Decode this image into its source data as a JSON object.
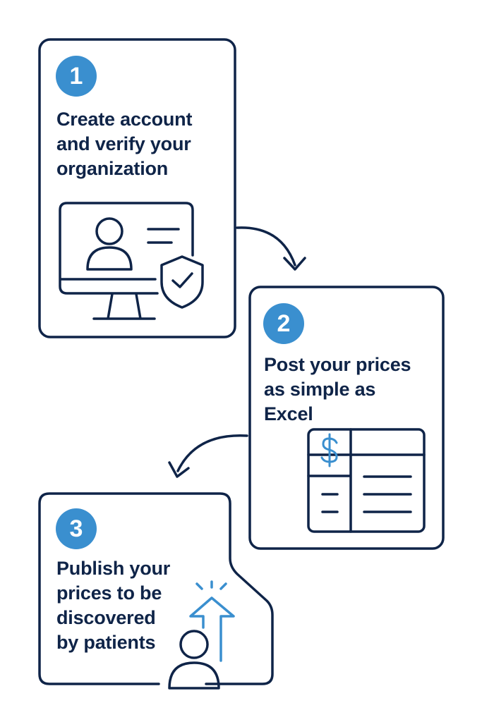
{
  "colors": {
    "navy": "#0f2448",
    "accent": "#3a8fcf"
  },
  "steps": [
    {
      "number": "1",
      "lines": [
        "Create account",
        "and verify your",
        "organization"
      ],
      "icon": "monitor-user-shield-icon"
    },
    {
      "number": "2",
      "lines": [
        "Post your prices",
        "as simple as",
        "Excel"
      ],
      "icon": "spreadsheet-dollar-icon"
    },
    {
      "number": "3",
      "lines": [
        "Publish your",
        "prices to be",
        "discovered",
        "by patients"
      ],
      "icon": "person-up-arrow-icon"
    }
  ]
}
